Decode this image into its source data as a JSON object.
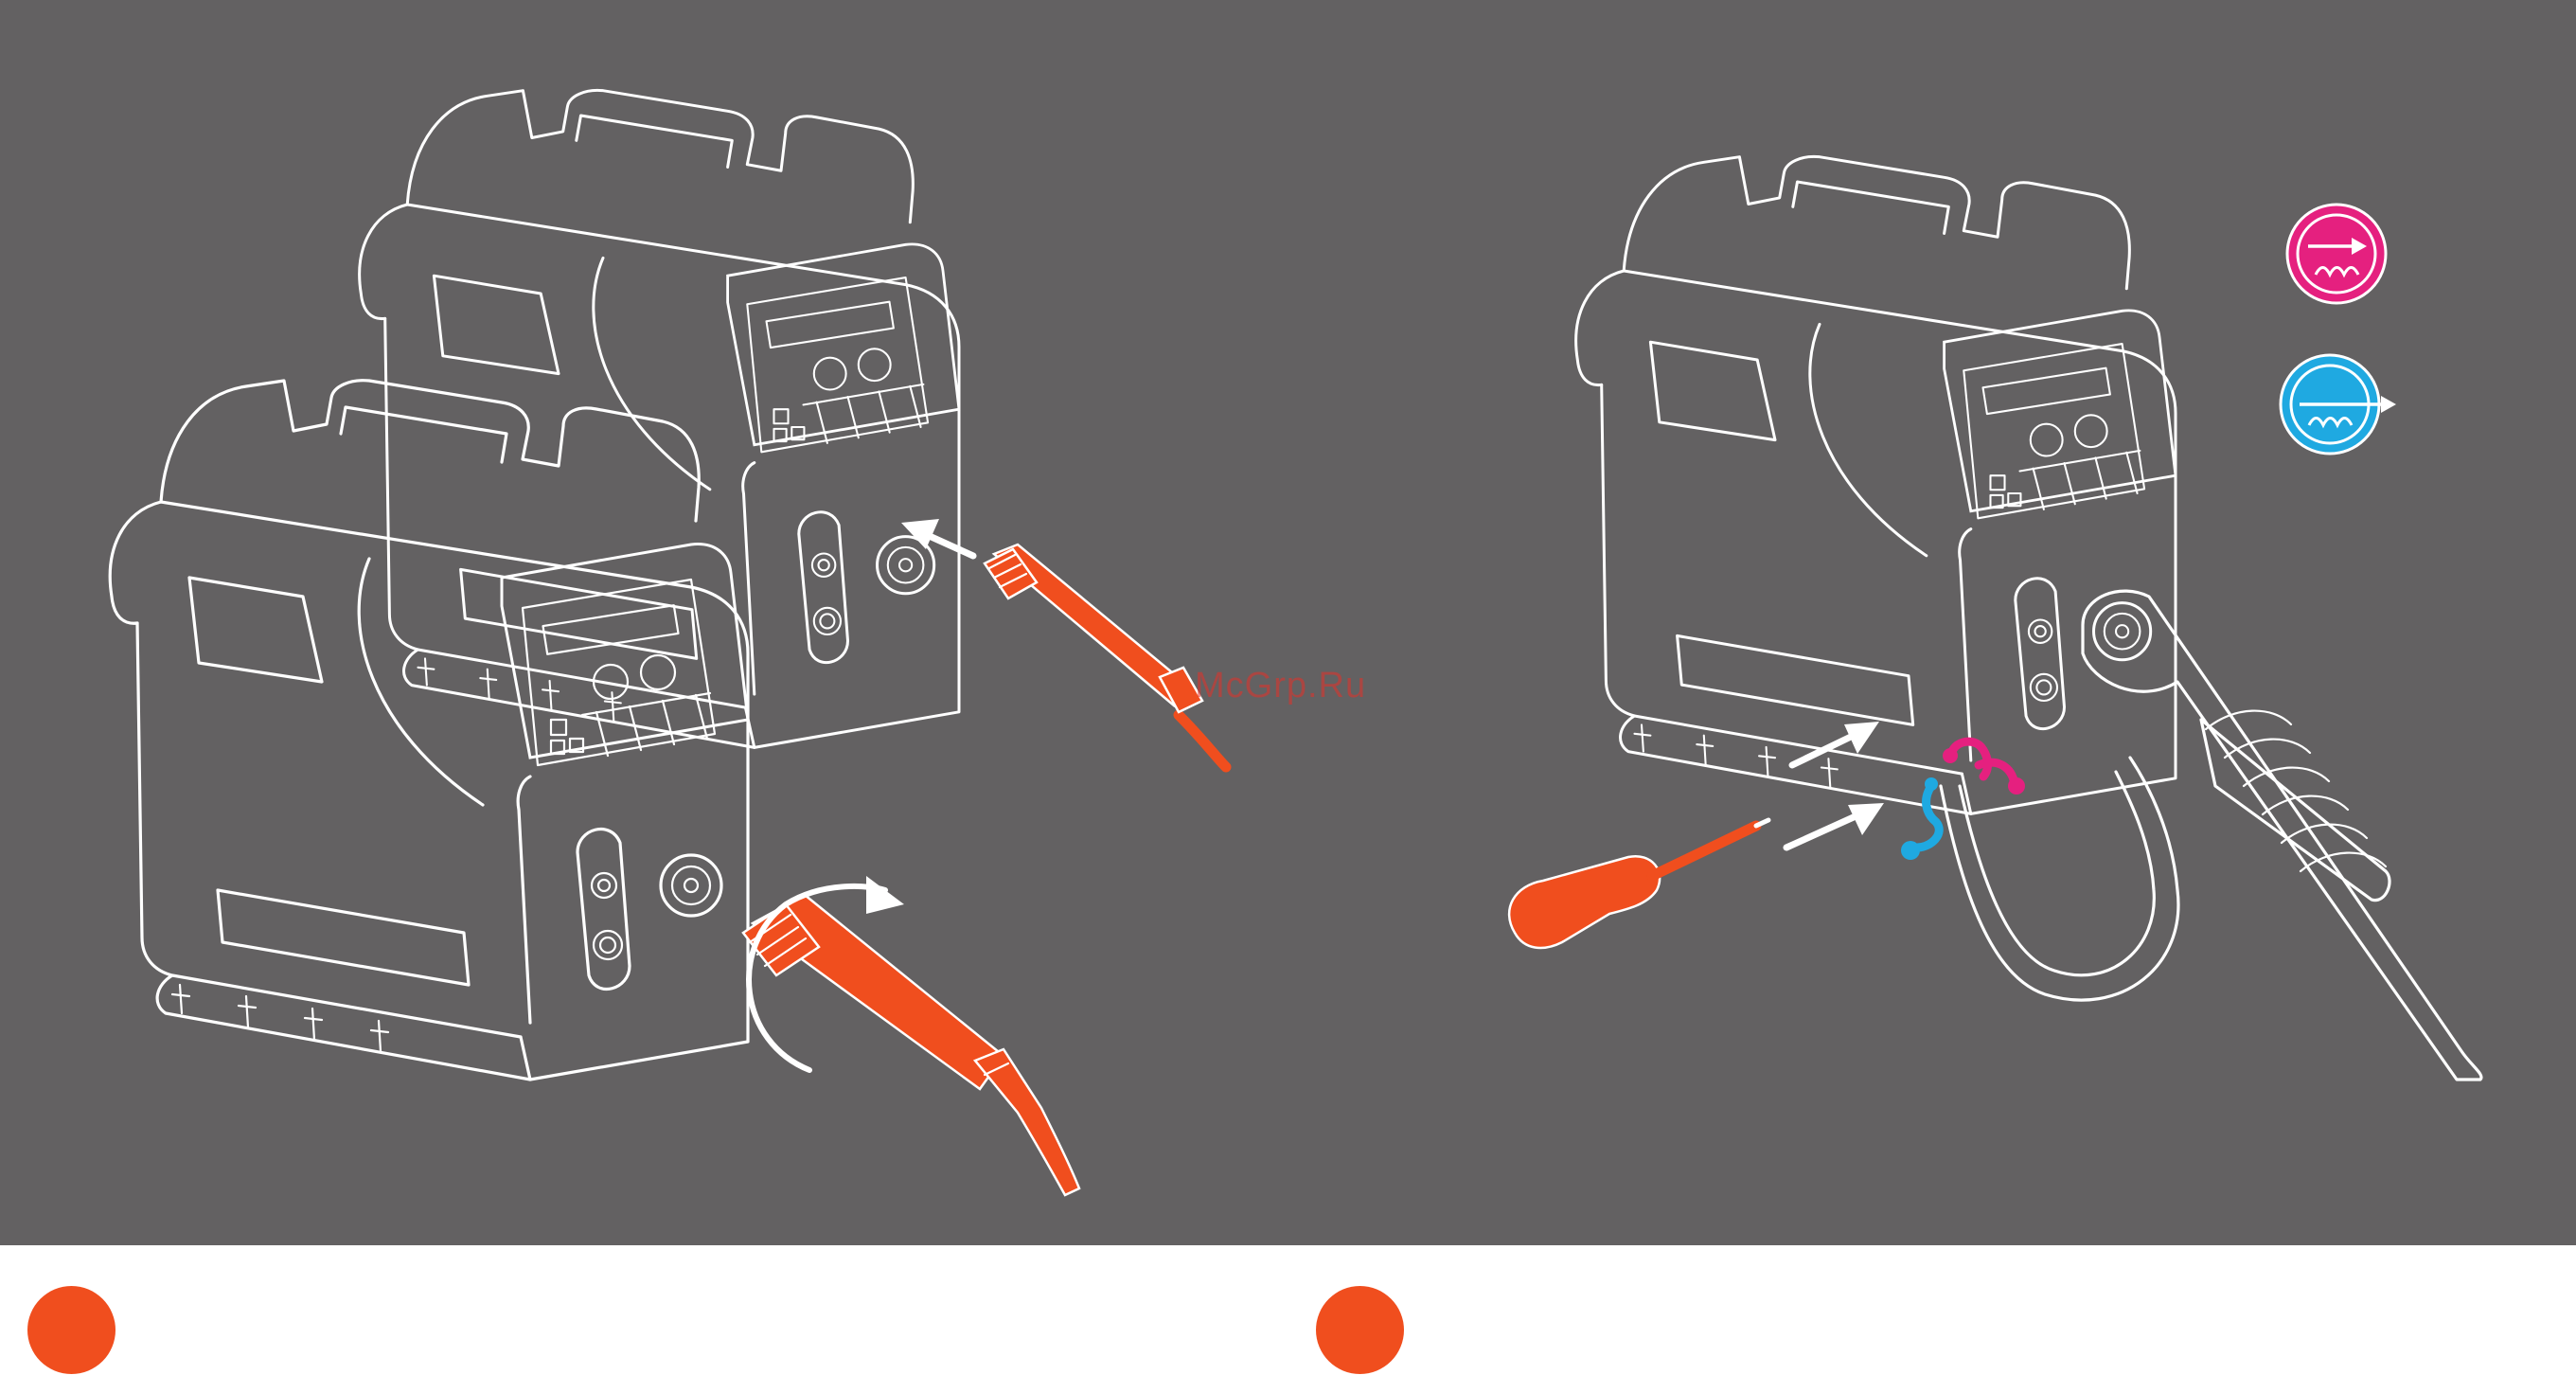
{
  "watermark": {
    "text": "McGrp.Ru"
  },
  "icons": [
    {
      "name": "coolant-out-icon",
      "color": "#e5207f"
    },
    {
      "name": "coolant-in-icon",
      "color": "#1fa9e1"
    }
  ],
  "colors": {
    "background": "#636162",
    "accent": "#f04e1e",
    "hot": "#e5207f",
    "cold": "#1fa9e1",
    "line": "#ffffff"
  },
  "steps": [
    {
      "name": "step-marker-1",
      "color": "#f04e1e"
    },
    {
      "name": "step-marker-2",
      "color": "#f04e1e"
    }
  ]
}
